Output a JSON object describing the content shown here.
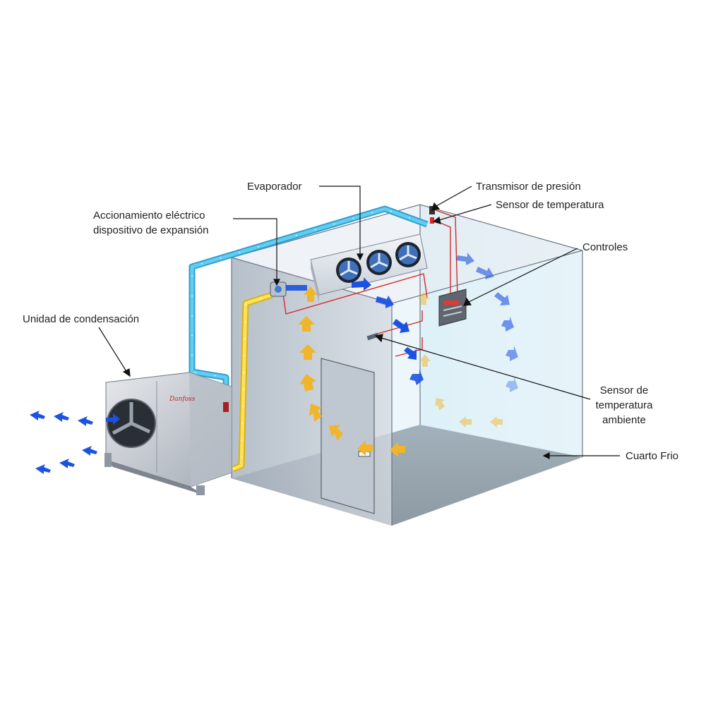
{
  "labels": {
    "evaporator": "Evaporador",
    "expansion_line1": "Accionamiento eléctrico",
    "expansion_line2": "dispositivo de expansión",
    "pressure_transmitter": "Transmisor de presión",
    "temperature_sensor": "Sensor de temperatura",
    "controls": "Controles",
    "condensing_unit": "Unidad de condensación",
    "ambient_line1": "Sensor de",
    "ambient_line2": "temperatura",
    "ambient_line3": "ambiente",
    "cold_room": "Cuarto Frio",
    "brand_logo": "Danfoss"
  },
  "colors": {
    "suction_pipe": "#3ab8e6",
    "liquid_pipe": "#f2cf2a",
    "wiring": "#d9282a",
    "cold_air": "#1d52e0",
    "warm_air": "#f0b52a",
    "room_wall": "#c5ced8",
    "room_floor": "#3b4350",
    "leader_line": "#111111"
  },
  "icons": {
    "fan": "fan-icon",
    "controller": "controller-icon",
    "condenser": "condenser-icon"
  }
}
